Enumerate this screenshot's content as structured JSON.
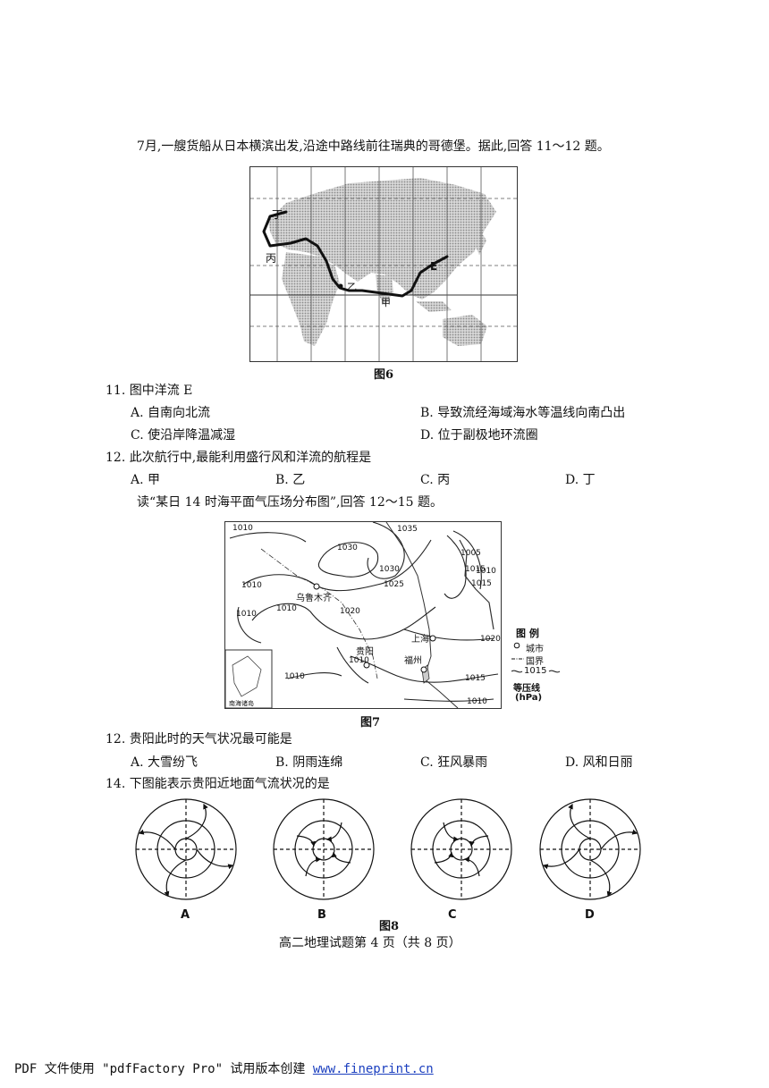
{
  "intro1": "7月,一艘货船从日本横滨出发,沿途中路线前往瑞典的哥德堡。据此,回答 11～12 题。",
  "fig6": {
    "caption": "图6",
    "labels": {
      "ding": "丁",
      "bing": "丙",
      "yi": "乙",
      "jia": "甲",
      "e": "E"
    }
  },
  "q11": {
    "stem": "11. 图中洋流 E",
    "A": "A. 自南向北流",
    "B": "B. 导致流经海域海水等温线向南凸出",
    "C": "C. 使沿岸降温减湿",
    "D": "D. 位于副极地环流圈"
  },
  "q12": {
    "stem": "12. 此次航行中,最能利用盛行风和洋流的航程是",
    "A": "A. 甲",
    "B": "B. 乙",
    "C": "C. 丙",
    "D": "D. 丁"
  },
  "intro2": "读“某日 14 时海平面气压场分布图”,回答 12～15 题。",
  "fig7": {
    "caption": "图7",
    "isobars": [
      "1010",
      "1030",
      "1035",
      "1030",
      "1025",
      "1020",
      "1015",
      "1010",
      "1005",
      "1010",
      "1015",
      "1010",
      "1020",
      "1015",
      "1010",
      "1010",
      "1010",
      "1010"
    ],
    "cities": {
      "urumqi": "乌鲁木齐",
      "guiyang": "贵阳",
      "shanghai": "上海",
      "fuzhou": "福州"
    },
    "inset_label": "南海诸岛",
    "legend": {
      "title": "图 例",
      "city": "城市",
      "border": "国界",
      "isobar_sample": "1015",
      "isobar": "等压线",
      "unit": "(hPa)"
    }
  },
  "q13": {
    "stem": "12. 贵阳此时的天气状况最可能是",
    "A": "A. 大雪纷飞",
    "B": "B. 阴雨连绵",
    "C": "C. 狂风暴雨",
    "D": "D. 风和日丽"
  },
  "q14": {
    "stem": "14. 下图能表示贵阳近地面气流状况的是"
  },
  "fig8": {
    "caption": "图8",
    "labels": [
      "A",
      "B",
      "C",
      "D"
    ]
  },
  "page_footer": "高二地理试题第 4 页（共 8 页）",
  "pdf_footer": {
    "text": "PDF 文件使用 \"pdfFactory Pro\" 试用版本创建 ",
    "link": "www.fineprint.cn"
  }
}
